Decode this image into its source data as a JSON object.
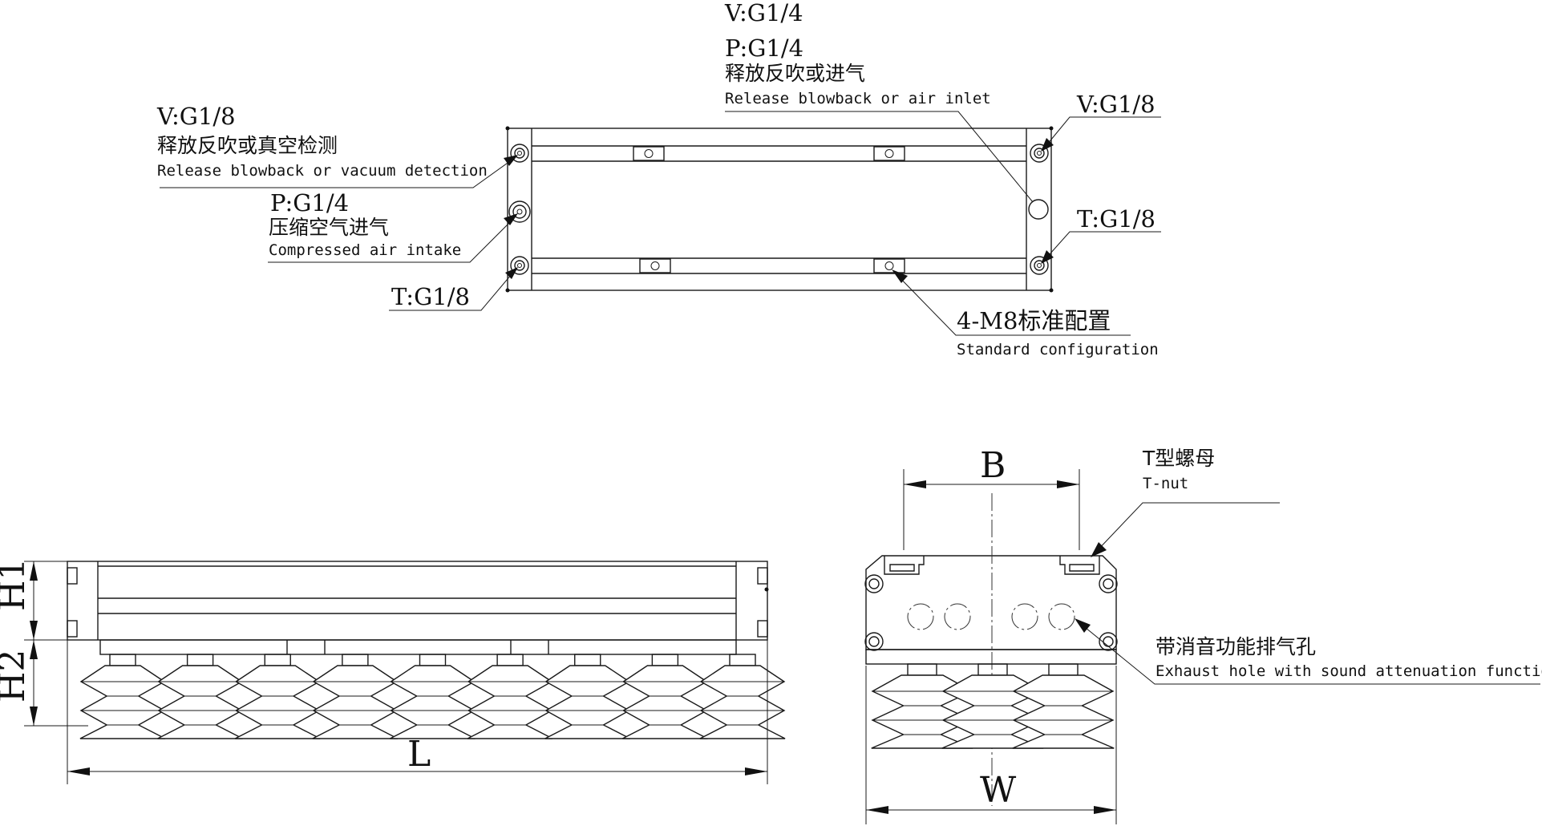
{
  "callouts": {
    "top_v": "V:G1/4",
    "top_p": "P:G1/4",
    "top_cn": "释放反吹或进气",
    "top_en": "Release blowback or air inlet",
    "left_v": "V:G1/8",
    "left_v_cn": "释放反吹或真空检测",
    "left_v_en": "Release blowback or vacuum detection",
    "left_p": "P:G1/4",
    "left_p_cn": "压缩空气进气",
    "left_p_en": "Compressed air intake",
    "left_t": "T:G1/8",
    "right_v": "V:G1/8",
    "right_t": "T:G1/8",
    "mount": "4-M8标准配置",
    "mount_en": "Standard configuration",
    "tnut_cn": "T型螺母",
    "tnut_en": "T-nut",
    "exhaust_cn": "带消音功能排气孔",
    "exhaust_en": "Exhaust hole with sound attenuation function"
  },
  "dimensions": {
    "h1": "H1",
    "h2": "H2",
    "l": "L",
    "b": "B",
    "w": "W"
  },
  "views": {
    "front_cup_count": 9,
    "side_cup_count": 3
  }
}
